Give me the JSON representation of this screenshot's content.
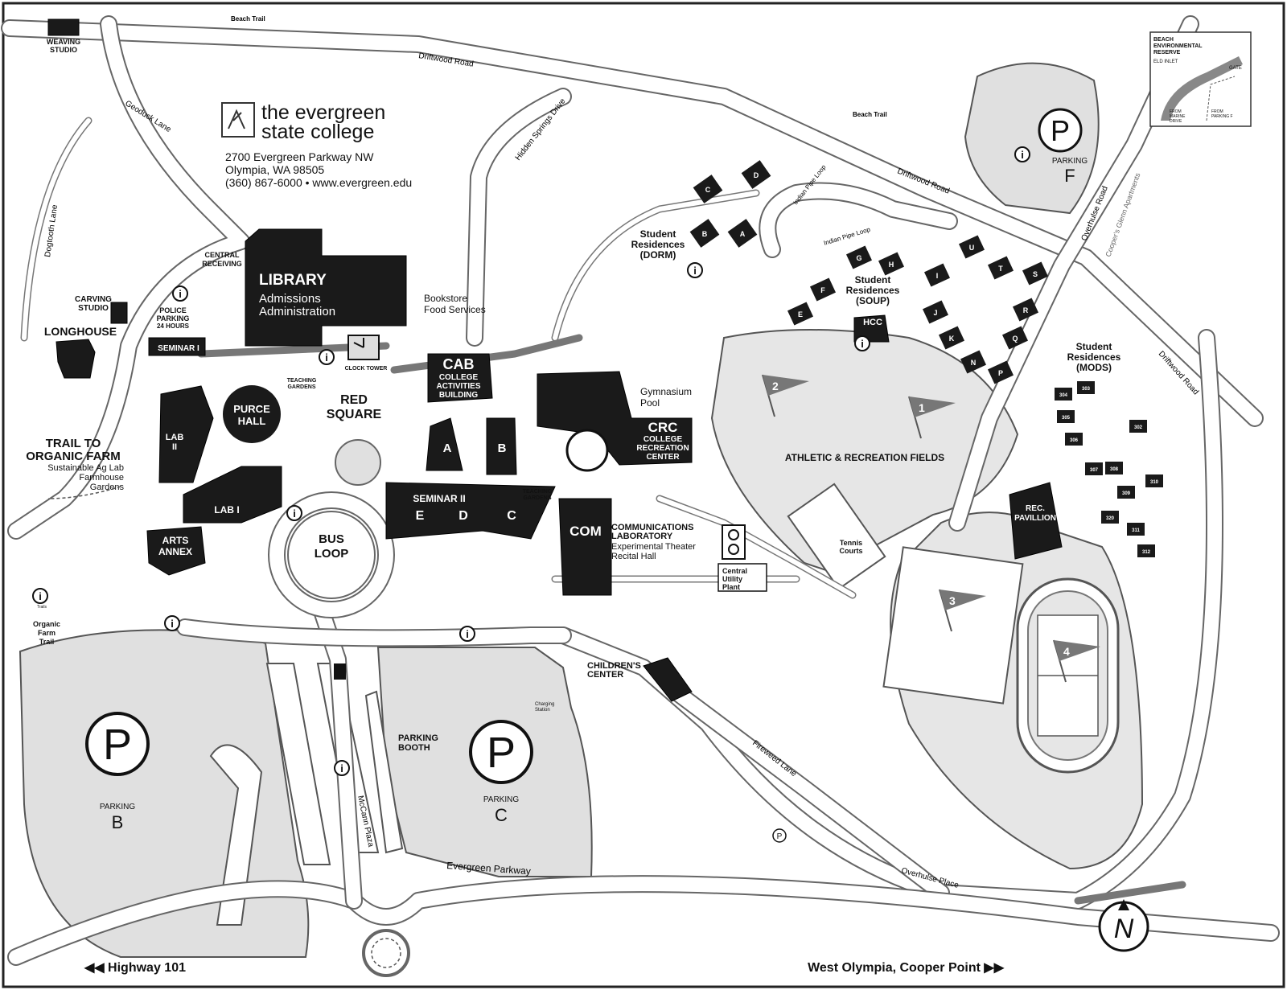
{
  "college": {
    "name_line1": "the evergreen",
    "name_line2": "state college",
    "address1": "2700 Evergreen Parkway NW",
    "address2": "Olympia, WA 98505",
    "contact": "(360) 867-6000  •  www.evergreen.edu"
  },
  "roads": {
    "beach_trail_1": "Beach Trail",
    "beach_trail_2": "Beach Trail",
    "driftwood_1": "Driftwood Road",
    "driftwood_2": "Driftwood Road",
    "driftwood_3": "Driftwood Road",
    "geoduck": "Geoduck Lane",
    "dogtooth": "Dogtooth Lane",
    "hidden_springs": "Hidden Springs Drive",
    "indian_pipe_1": "Indian Pipe Loop",
    "indian_pipe_2": "Indian Pipe Loop",
    "overhulse_road": "Overhulse Road",
    "fireweed": "Fireweed Lane",
    "overhulse_place": "Overhulse Place",
    "evergreen_parkway": "Evergreen Parkway",
    "mccann": "McCann Plaza",
    "coopers_glen": "Cooper's Glenn Apartments"
  },
  "buildings": {
    "weaving": [
      "WEAVING",
      "STUDIO"
    ],
    "carving": [
      "CARVING",
      "STUDIO"
    ],
    "longhouse": "LONGHOUSE",
    "central_receiving": [
      "CENTRAL",
      "RECEIVING"
    ],
    "police_parking": [
      "POLICE",
      "PARKING",
      "24 HOURS"
    ],
    "seminar_i": "SEMINAR I",
    "library": "LIBRARY",
    "library_sub1": "Admissions",
    "library_sub2": "Administration",
    "bookstore1": "Bookstore",
    "bookstore2": "Food Services",
    "clock_tower": "CLOCK TOWER",
    "teaching_gardens_1": [
      "TEACHING",
      "GARDENS"
    ],
    "teaching_gardens_2": [
      "TEACHING",
      "GARDENS"
    ],
    "purce": [
      "PURCE",
      "HALL"
    ],
    "red_square": [
      "RED",
      "SQUARE"
    ],
    "cab": "CAB",
    "cab_sub": [
      "COLLEGE",
      "ACTIVITIES",
      "BUILDING"
    ],
    "lab_ii": [
      "LAB",
      "II"
    ],
    "lab_i": "LAB I",
    "arts_annex": [
      "ARTS",
      "ANNEX"
    ],
    "a": "A",
    "b": "B",
    "seminar_ii": "SEMINAR II",
    "e": "E",
    "d": "D",
    "c": "C",
    "bus_loop": [
      "BUS",
      "LOOP"
    ],
    "gym": [
      "Gymnasium",
      "Pool"
    ],
    "crc": "CRC",
    "crc_sub": [
      "COLLEGE",
      "RECREATION",
      "CENTER"
    ],
    "com": "COM",
    "com_sub": [
      "COMMUNICATIONS",
      "LABORATORY"
    ],
    "com_sub2": [
      "Experimental Theater",
      "Recital Hall"
    ],
    "central_utility": [
      "Central",
      "Utility",
      "Plant"
    ],
    "childrens": [
      "CHILDREN'S",
      "CENTER"
    ],
    "charging": [
      "Charging",
      "Station"
    ],
    "parking_booth": [
      "PARKING",
      "BOOTH"
    ],
    "dorm": [
      "Student",
      "Residences",
      "(DORM)"
    ],
    "soup": [
      "Student",
      "Residences",
      "(SOUP)"
    ],
    "mods": [
      "Student",
      "Residences",
      "(MODS)"
    ],
    "hcc": "HCC",
    "rec_pavillion": [
      "REC.",
      "PAVILLION"
    ],
    "tennis": [
      "Tennis",
      "Courts"
    ],
    "athletic": "ATHLETIC & RECREATION FIELDS",
    "trail_organic": [
      "TRAIL TO",
      "ORGANIC FARM"
    ],
    "trail_organic_sub": [
      "Sustainable Ag Lab",
      "Farmhouse",
      "Gardens"
    ],
    "organic_farm_trail": [
      "Organic",
      "Farm",
      "Trail"
    ],
    "trails_small": "Trails"
  },
  "dorm_letters": [
    "A",
    "B",
    "C",
    "D"
  ],
  "soup_letters": [
    "E",
    "F",
    "G",
    "H",
    "I",
    "J",
    "K",
    "N",
    "P",
    "Q",
    "R",
    "S",
    "T",
    "U"
  ],
  "mods_numbers": [
    "302",
    "303",
    "304",
    "305",
    "306",
    "307",
    "308",
    "309",
    "310",
    "311",
    "312",
    "320"
  ],
  "fields": [
    "1",
    "2",
    "3",
    "4"
  ],
  "parking": {
    "p_symbol": "P",
    "label": "PARKING",
    "b": "B",
    "c": "C",
    "f": "F"
  },
  "inset": {
    "title": [
      "BEACH",
      "ENVIRONMENTAL",
      "RESERVE"
    ],
    "eld": "ELD INLET",
    "gate": "GATE",
    "from_marine": [
      "FROM",
      "MARINE",
      "DRIVE"
    ],
    "from_parking": [
      "FROM",
      "PARKING F"
    ]
  },
  "directions": {
    "left": "◀◀ Highway 101",
    "right": "West Olympia, Cooper Point ▶▶"
  },
  "compass": "N",
  "info_symbol": "i",
  "colors": {
    "building": "#1a1a1a",
    "lot": "#e0e0e0",
    "road_edge": "#666666",
    "pennant": "#777777"
  }
}
